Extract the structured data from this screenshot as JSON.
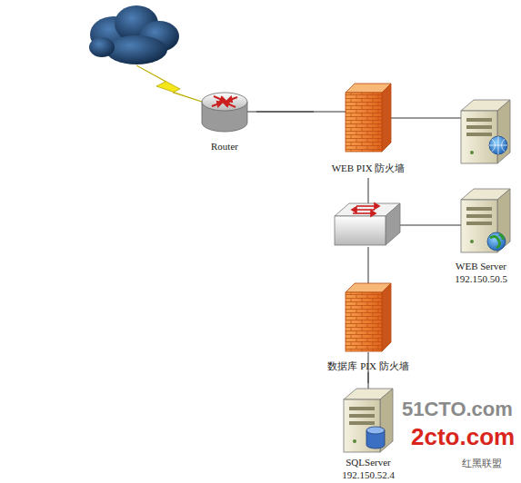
{
  "diagram": {
    "nodes": [
      {
        "text": [
          "Router"
        ]
      },
      {
        "text": [
          "WEB PIX 防火墙"
        ]
      },
      {
        "text": [
          "WEB Server",
          "192.150.50.5"
        ]
      },
      {
        "text": [
          "数据库 PIX 防火墙"
        ]
      },
      {
        "text": [
          "SQLServer",
          "192.150.52.4"
        ]
      }
    ],
    "edges": [
      {
        "from": 0,
        "to": 1,
        "arrow": "none"
      },
      {
        "from": 3,
        "to": 4,
        "arrow": "none"
      }
    ],
    "labels": [
      "51CTO.com",
      "2cto.com",
      "红黑联盟"
    ]
  }
}
